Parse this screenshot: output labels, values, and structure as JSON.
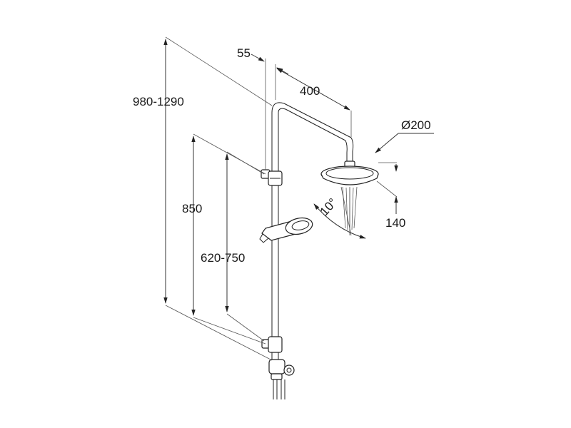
{
  "labels": {
    "total_height": "980-1290",
    "rail_height": "850",
    "holder_range": "620-750",
    "wall_offset": "55",
    "arm_length": "400",
    "head_diameter": "Ø200",
    "head_height": "140",
    "tilt_angle": "10°"
  },
  "colors": {
    "line": "#222222",
    "background": "#ffffff"
  }
}
